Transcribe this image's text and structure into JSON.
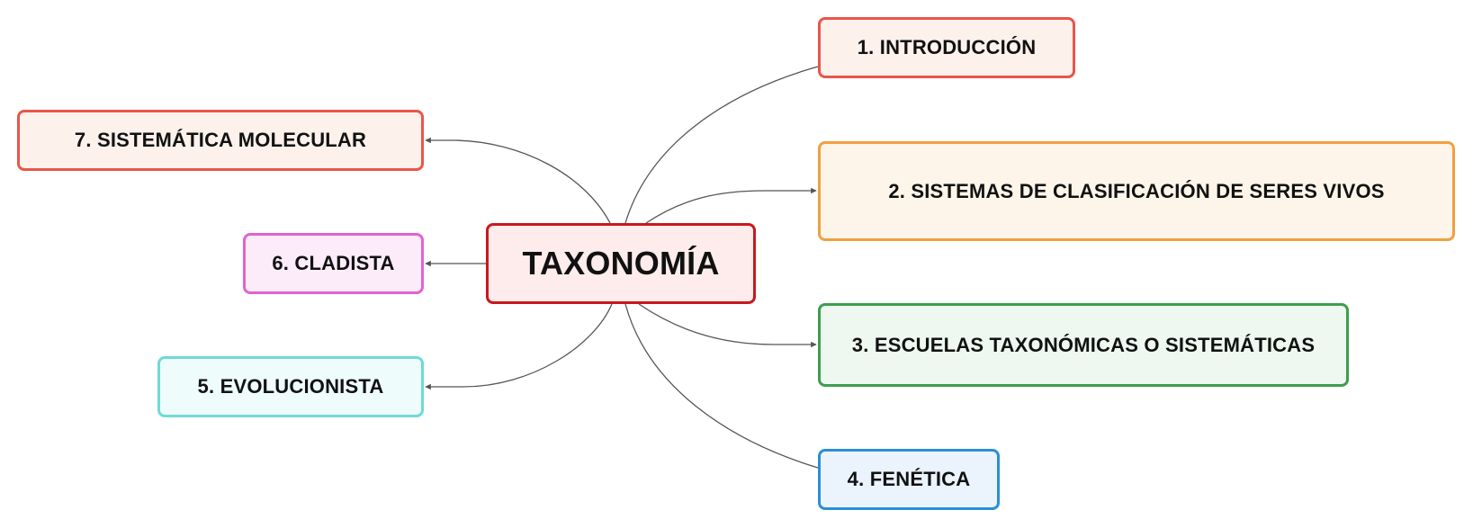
{
  "diagram": {
    "center": {
      "label": "TAXONOMÍA",
      "border_color": "#c8181e",
      "fill_color": "#fdeceb"
    },
    "branches": [
      {
        "id": "n-1",
        "label": "1. INTRODUCCIÓN",
        "border_color": "#e8564a",
        "side": "right"
      },
      {
        "id": "n-2",
        "label": "2. SISTEMAS DE CLASIFICACIÓN DE SERES VIVOS",
        "border_color": "#f0a040",
        "side": "right"
      },
      {
        "id": "n-3",
        "label": "3. ESCUELAS TAXONÓMICAS O SISTEMÁTICAS",
        "border_color": "#3d9e4f",
        "side": "right"
      },
      {
        "id": "n-4",
        "label": "4. FENÉTICA",
        "border_color": "#2b8fd6",
        "side": "right"
      },
      {
        "id": "n-5",
        "label": "5. EVOLUCIONISTA",
        "border_color": "#6fdad7",
        "side": "left"
      },
      {
        "id": "n-6",
        "label": "6. CLADISTA",
        "border_color": "#e064d0",
        "side": "left"
      },
      {
        "id": "n-7",
        "label": "7. SISTEMÁTICA MOLECULAR",
        "border_color": "#e8564a",
        "side": "left"
      }
    ],
    "connector_color": "#555555"
  }
}
